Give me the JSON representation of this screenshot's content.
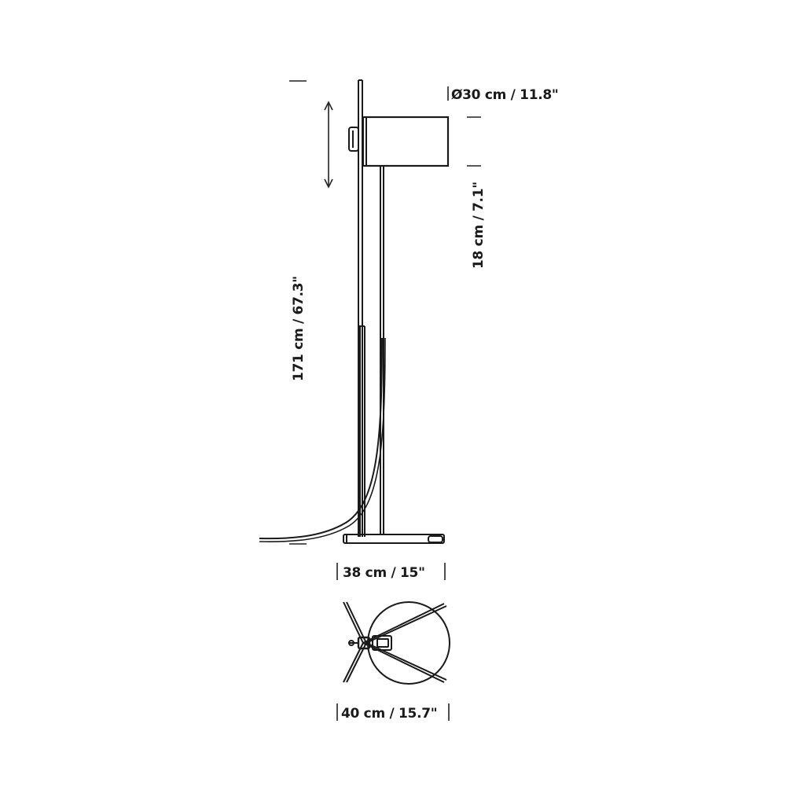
{
  "dimensions": {
    "shade_diameter": "Ø30 cm / 11.8\"",
    "shade_height": "18 cm / 7.1\"",
    "total_height": "171 cm / 67.3\"",
    "base_width": "38 cm / 15\"",
    "base_diameter": "40 cm / 15.7\""
  },
  "colors": {
    "line": "#1a1a1a",
    "guide": "#222222"
  }
}
